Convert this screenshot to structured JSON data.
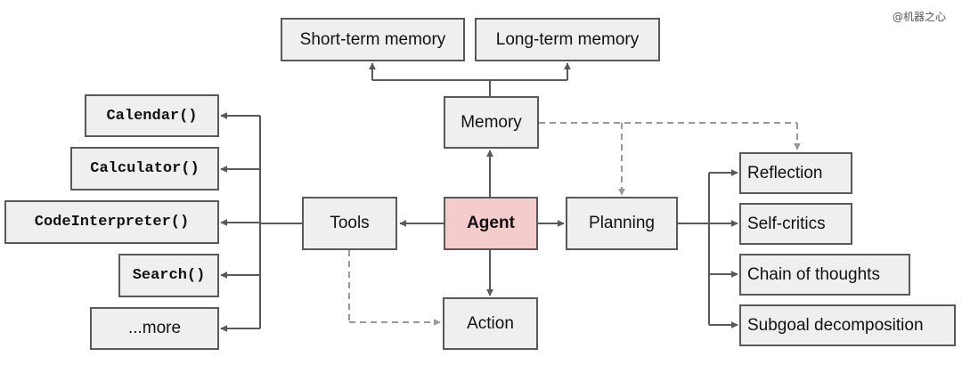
{
  "watermark": "@机器之心",
  "colors": {
    "box_fill": "#efefef",
    "box_border": "#595959",
    "agent_fill": "#f4cccc",
    "solid_arrow": "#595959",
    "dashed_arrow": "#999999"
  },
  "nodes": {
    "short_term_memory": "Short-term memory",
    "long_term_memory": "Long-term memory",
    "memory": "Memory",
    "agent": "Agent",
    "tools": "Tools",
    "planning": "Planning",
    "action": "Action",
    "tool_calendar": "Calendar()",
    "tool_calculator": "Calculator()",
    "tool_code_interpreter": "CodeInterpreter()",
    "tool_search": "Search()",
    "tool_more": "...more",
    "reflection": "Reflection",
    "self_critics": "Self-critics",
    "chain_of_thoughts": "Chain of thoughts",
    "subgoal_decomposition": "Subgoal decomposition"
  },
  "edges": [
    {
      "from": "agent",
      "to": "memory",
      "style": "solid"
    },
    {
      "from": "agent",
      "to": "tools",
      "style": "solid"
    },
    {
      "from": "agent",
      "to": "planning",
      "style": "solid"
    },
    {
      "from": "agent",
      "to": "action",
      "style": "solid"
    },
    {
      "from": "memory",
      "to": "short_term_memory",
      "style": "solid"
    },
    {
      "from": "memory",
      "to": "long_term_memory",
      "style": "solid"
    },
    {
      "from": "memory",
      "to": "planning",
      "style": "dashed"
    },
    {
      "from": "memory",
      "to": "reflection",
      "style": "dashed"
    },
    {
      "from": "tools",
      "to": "action",
      "style": "dashed"
    },
    {
      "from": "tools",
      "to": "tool_calendar",
      "style": "solid"
    },
    {
      "from": "tools",
      "to": "tool_calculator",
      "style": "solid"
    },
    {
      "from": "tools",
      "to": "tool_code_interpreter",
      "style": "solid"
    },
    {
      "from": "tools",
      "to": "tool_search",
      "style": "solid"
    },
    {
      "from": "tools",
      "to": "tool_more",
      "style": "solid"
    },
    {
      "from": "planning",
      "to": "reflection",
      "style": "solid"
    },
    {
      "from": "planning",
      "to": "self_critics",
      "style": "solid"
    },
    {
      "from": "planning",
      "to": "chain_of_thoughts",
      "style": "solid"
    },
    {
      "from": "planning",
      "to": "subgoal_decomposition",
      "style": "solid"
    }
  ]
}
